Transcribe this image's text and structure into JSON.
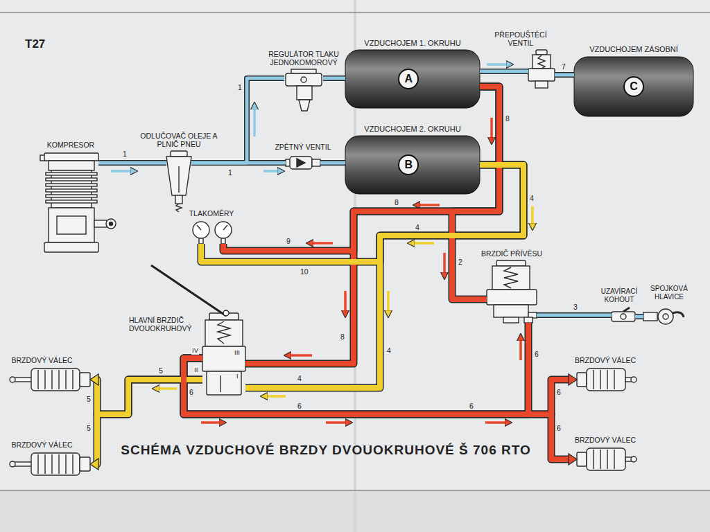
{
  "diagram": {
    "title": "SCHÉMA VZDUCHOVÉ BRZDY DVOUOKRUHOVÉ Š 706 RTO",
    "nodes": [
      {
        "text": [
          "KOMPRESOR"
        ]
      },
      {
        "text": [
          "ODLUČOVAČ OLEJE A PLNIČ PNEU"
        ]
      },
      {
        "text": [
          "REGULÁTOR TLAKU JEDNOKOMOROVÝ"
        ]
      },
      {
        "text": [
          "VZDUCHOJEM 1. OKRUHU",
          "A"
        ]
      },
      {
        "text": [
          "PŘEPOUŠTĚCÍ VENTIL"
        ]
      },
      {
        "text": [
          "VZDUCHOJEM ZÁSOBNÍ",
          "C"
        ]
      },
      {
        "text": [
          "ZPĚTNÝ VENTIL"
        ]
      },
      {
        "text": [
          "VZDUCHOJEM 2. OKRUHU",
          "B"
        ]
      },
      {
        "text": [
          "TLAKOMĚRY"
        ]
      },
      {
        "text": [
          "BRZDIČ PŘÍVĚSU"
        ]
      },
      {
        "text": [
          "UZAVÍRACÍ KOHOUT"
        ]
      },
      {
        "text": [
          "SPOJKOVÁ HLAVICE"
        ]
      },
      {
        "text": [
          "HLAVNÍ BRZDIČ DVOUOKRUHOVÝ"
        ]
      },
      {
        "text": [
          "BRZDOVÝ VÁLEC"
        ]
      },
      {
        "text": [
          "BRZDOVÝ VÁLEC"
        ]
      },
      {
        "text": [
          "BRZDOVÝ VÁLEC"
        ]
      },
      {
        "text": [
          "BRZDOVÝ VÁLEC"
        ]
      }
    ],
    "edges": [
      {
        "from": 0,
        "to": 1,
        "label": "1",
        "arrow": "none"
      },
      {
        "from": 1,
        "to": 2,
        "label": "1",
        "arrow": "none"
      },
      {
        "from": 1,
        "to": 6,
        "label": "1",
        "arrow": "none"
      },
      {
        "from": 2,
        "to": 3,
        "arrow": "none"
      },
      {
        "from": 6,
        "to": 7,
        "arrow": "none"
      },
      {
        "from": 3,
        "to": 4,
        "arrow": "none"
      },
      {
        "from": 4,
        "to": 5,
        "label": "7",
        "arrow": "none"
      },
      {
        "from": 3,
        "to": 12,
        "label": "8",
        "arrow": "none"
      },
      {
        "from": 3,
        "to": 8,
        "label": "9",
        "arrow": "none"
      },
      {
        "from": 3,
        "to": 9,
        "label": "2",
        "arrow": "none"
      },
      {
        "from": 7,
        "to": 12,
        "label": "4",
        "arrow": "none"
      },
      {
        "from": 7,
        "to": 8,
        "label": "10",
        "arrow": "none"
      },
      {
        "from": 9,
        "to": 10,
        "label": "3",
        "arrow": "none"
      },
      {
        "from": 10,
        "to": 11,
        "arrow": "none"
      },
      {
        "from": 12,
        "to": 13,
        "label": "5",
        "arrow": "to"
      },
      {
        "from": 12,
        "to": 14,
        "label": "5",
        "arrow": "to"
      },
      {
        "from": 12,
        "to": 9,
        "label": "6",
        "arrow": "none"
      },
      {
        "from": 12,
        "to": 15,
        "label": "6",
        "arrow": "to"
      },
      {
        "from": 12,
        "to": 16,
        "label": "6",
        "arrow": "to"
      }
    ],
    "labels": [
      "T27",
      "8",
      "8",
      "4",
      "4",
      "4",
      "5",
      "6",
      "6",
      "6",
      "IV",
      "III",
      "II",
      "I"
    ]
  }
}
